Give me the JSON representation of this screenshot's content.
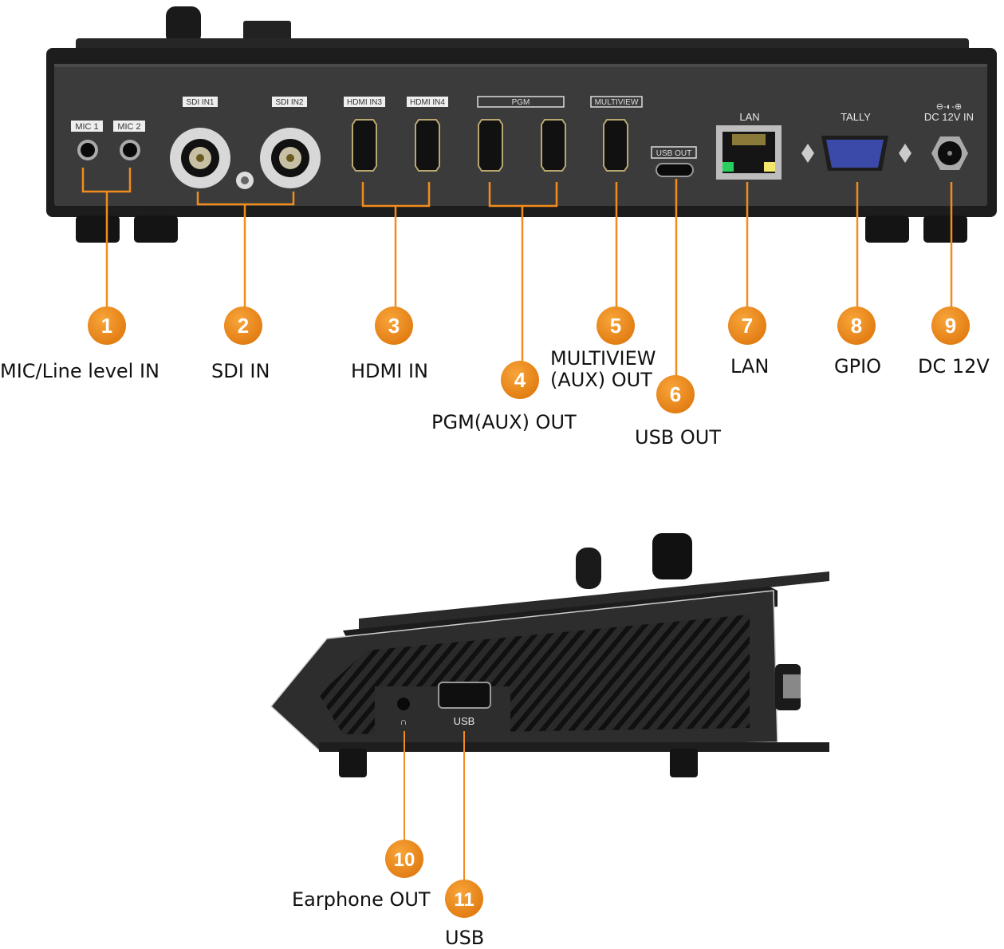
{
  "colors": {
    "accent": "#f28c1c",
    "body": "#3a3a3a",
    "dark": "#1c1c1c"
  },
  "rear_panel": {
    "port_labels": {
      "mic1": "MIC 1",
      "mic2": "MIC 2",
      "sdi1": "SDI IN1",
      "sdi2": "SDI IN2",
      "hdmi3": "HDMI IN3",
      "hdmi4": "HDMI IN4",
      "pgm": "PGM",
      "multiview": "MULTIVIEW",
      "usb_out": "USB OUT",
      "lan": "LAN",
      "tally": "TALLY",
      "dc": "DC 12V IN",
      "dc_polarity": "⊖-◐-⊕"
    }
  },
  "side_panel": {
    "usb": "USB",
    "headphone_icon": "headphone-icon"
  },
  "callouts": [
    {
      "num": "1",
      "label": "MIC/Line level IN"
    },
    {
      "num": "2",
      "label": "SDI IN"
    },
    {
      "num": "3",
      "label": "HDMI IN"
    },
    {
      "num": "4",
      "label": "PGM(AUX) OUT"
    },
    {
      "num": "5",
      "label": "MULTIVIEW",
      "label2": "(AUX) OUT"
    },
    {
      "num": "6",
      "label": "USB OUT"
    },
    {
      "num": "7",
      "label": "LAN"
    },
    {
      "num": "8",
      "label": "GPIO"
    },
    {
      "num": "9",
      "label": "DC 12V"
    },
    {
      "num": "10",
      "label": "Earphone OUT"
    },
    {
      "num": "11",
      "label": "USB"
    }
  ]
}
